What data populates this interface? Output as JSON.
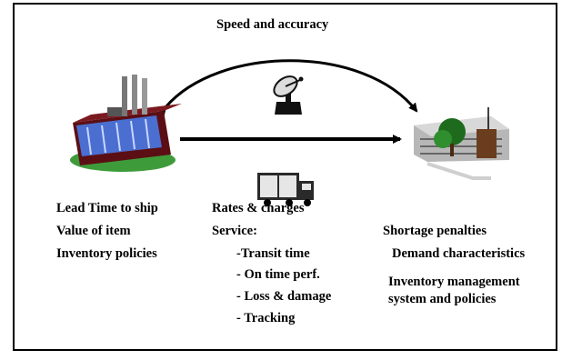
{
  "title": "Speed and accuracy",
  "left_column": [
    "Lead Time to ship",
    "Value of item",
    "Inventory policies"
  ],
  "middle_column": {
    "heading1": "Rates & charges",
    "heading2": "Service:",
    "items": [
      "-Transit time",
      "- On time perf.",
      "- Loss & damage",
      "- Tracking"
    ]
  },
  "right_column": {
    "line1": "Shortage penalties",
    "line2": "Demand characteristics",
    "line3a": "Inventory management",
    "line3b": "system and policies"
  },
  "icons": [
    "factory-icon",
    "satellite-dish-icon",
    "truck-icon",
    "warehouse-icon"
  ]
}
